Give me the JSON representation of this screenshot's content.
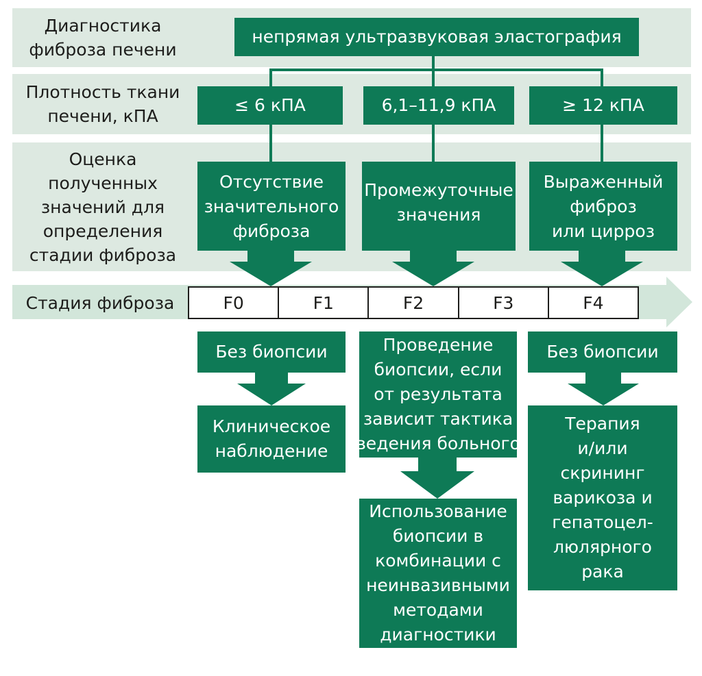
{
  "colors": {
    "accent": "#0e7a56",
    "band": "#dde9e1",
    "arrow_band": "#d2e6da",
    "text": "#1d1d1b"
  },
  "rows": {
    "diagnostics": {
      "lines": [
        "Диагностика",
        "фиброза печени"
      ]
    },
    "density": {
      "lines": [
        "Плотность ткани",
        "печени, кПА"
      ]
    },
    "evaluation": {
      "lines": [
        "Оценка",
        "полученных",
        "значений для",
        "определения",
        "стадии фиброза"
      ]
    },
    "stage": {
      "lines": [
        "Стадия фиброза"
      ]
    }
  },
  "method": {
    "lines": [
      "непрямая ультразвуковая эластография"
    ]
  },
  "density_ranges": [
    {
      "label": "≤ 6 кПА"
    },
    {
      "label": "6,1–11,9 кПА"
    },
    {
      "label": "≥ 12 кПА"
    }
  ],
  "assessments": [
    {
      "lines": [
        "Отсутствие",
        "значительного",
        "фиброза"
      ]
    },
    {
      "lines": [
        "Промежуточные",
        "значения"
      ]
    },
    {
      "lines": [
        "Выраженный",
        "фиброз",
        "или цирроз"
      ]
    }
  ],
  "stages": [
    "F0",
    "F1",
    "F2",
    "F3",
    "F4"
  ],
  "actions": {
    "left": {
      "lines": [
        "Без биопсии"
      ]
    },
    "left_result": {
      "lines": [
        "Клиническое",
        "наблюдение"
      ]
    },
    "middle": {
      "lines": [
        "Проведение",
        "биопсии, если",
        "от результата",
        "зависит тактика",
        "ведения больного"
      ]
    },
    "middle_result": {
      "lines": [
        "Использование",
        "биопсии в",
        "комбинации с",
        "неинвазивными",
        "методами",
        "диагностики"
      ]
    },
    "right": {
      "lines": [
        "Без биопсии"
      ]
    },
    "right_result": {
      "lines": [
        "Терапия",
        "и/или",
        "скрининг",
        "варикоза и",
        "гепатоцел-",
        "люлярного",
        "рака"
      ]
    }
  }
}
